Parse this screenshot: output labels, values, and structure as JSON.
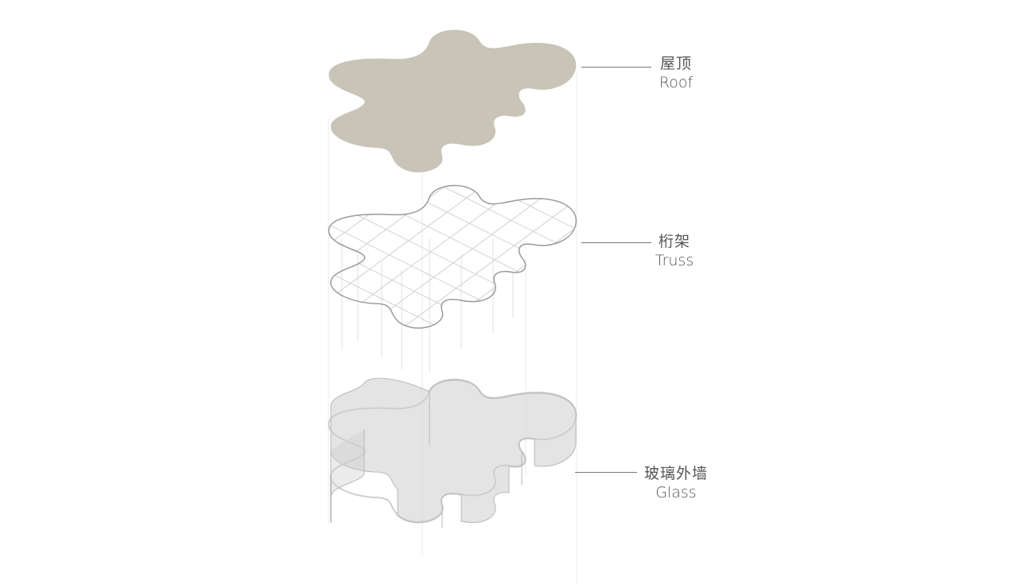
{
  "colors": {
    "background": "#ffffff",
    "roof_fill": "#c8c4b8",
    "truss_stroke": "#9a9a9a",
    "truss_grid": "#c8c8c8",
    "glass_fill": "#cfcece",
    "glass_dark": "#b8b6b6",
    "guide_line": "#e6e6e6",
    "leader_line": "#777777",
    "label_text": "#555555"
  },
  "layers": [
    {
      "id": "roof",
      "label_zh": "屋顶",
      "label_en": "Roof"
    },
    {
      "id": "truss",
      "label_zh": "桁架",
      "label_en": "Truss"
    },
    {
      "id": "glass",
      "label_zh": "玻璃外墙",
      "label_en": "Glass"
    }
  ]
}
